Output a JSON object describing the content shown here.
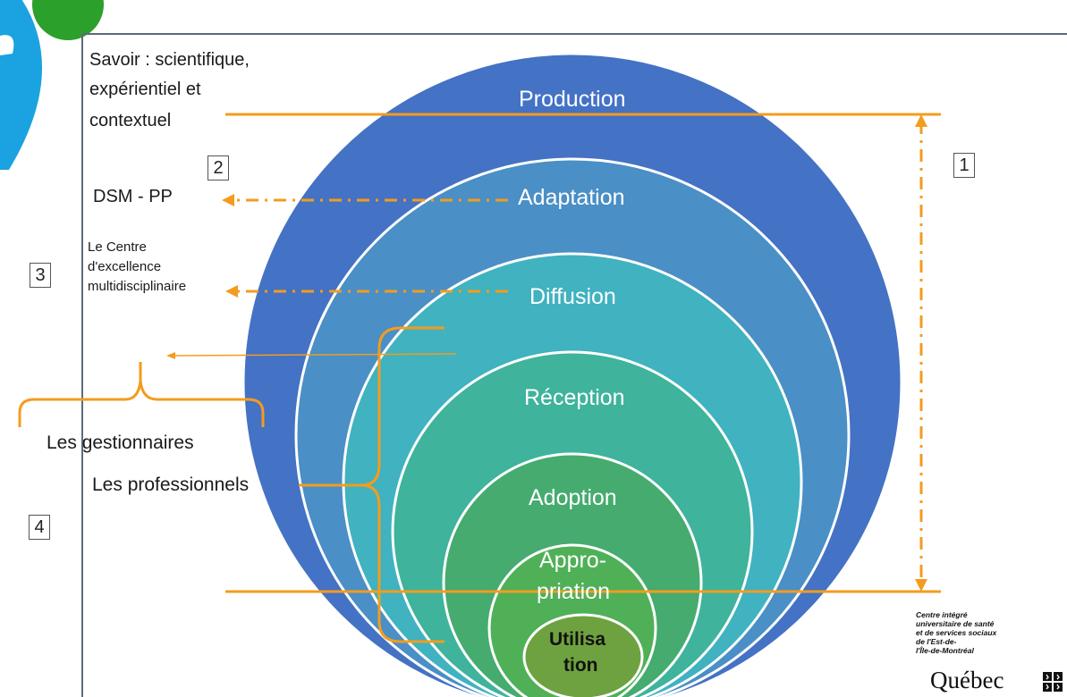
{
  "diagram": {
    "knowledge_label": "Savoir : scientifique, expérientiel et contextuel",
    "knowledge_lines": [
      "Savoir : scientifique,",
      "expérientiel et",
      "contextuel"
    ],
    "circles": [
      {
        "label": "Production",
        "color": "#4472c4"
      },
      {
        "label": "Adaptation",
        "color": "#4a8fc6"
      },
      {
        "label": "Diffusion",
        "color": "#40b2c0"
      },
      {
        "label": "Réception",
        "color": "#3fb39c"
      },
      {
        "label": "Adoption",
        "color": "#46ab6e"
      },
      {
        "label": "Appro-priation",
        "color": "#4fb058"
      },
      {
        "label": "Utilisation",
        "color": "#6ea240"
      }
    ],
    "appropriation_lines": [
      "Appro-",
      "priation"
    ],
    "utilisation_lines": [
      "Utilisa",
      "tion"
    ],
    "actors": {
      "dsm": "DSM - PP",
      "centre_lines": [
        "Le Centre",
        "d'excellence",
        "multidisciplinaire"
      ],
      "gestionnaires": "Les gestionnaires",
      "professionnels": "Les professionnels"
    },
    "boxes": [
      "1",
      "2",
      "3",
      "4"
    ],
    "logo": {
      "ciusss_lines": [
        "Centre intégré",
        "universitaire de santé",
        "et de services sociaux",
        "de l'Est-de-",
        "l'Île-de-Montréal"
      ],
      "quebec": "Québec"
    },
    "colors": {
      "accent_orange": "#f39c1e",
      "frame": "#5a6b7b",
      "logo_blue": "#1aa3e0",
      "logo_green": "#2ba02b"
    }
  }
}
